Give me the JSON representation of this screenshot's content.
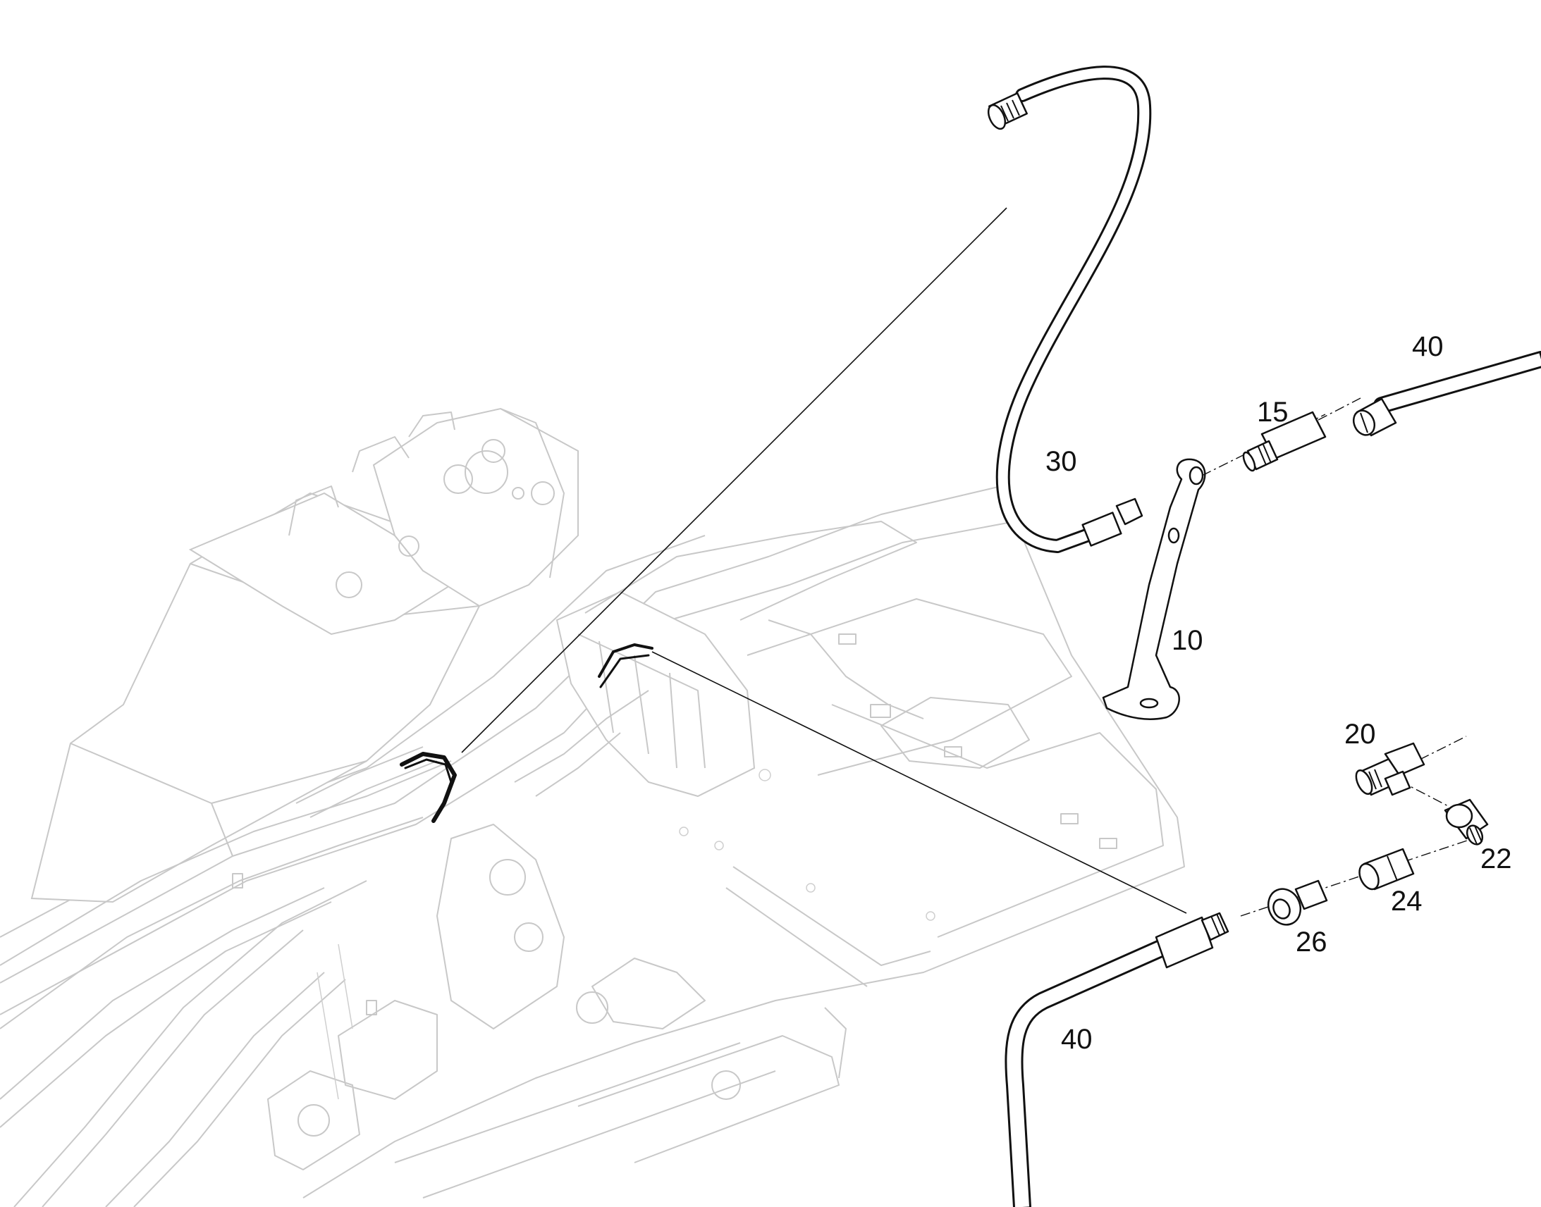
{
  "callouts": {
    "c10": "10",
    "c15": "15",
    "c20": "20",
    "c22": "22",
    "c24": "24",
    "c26": "26",
    "c30": "30",
    "c40_top": "40",
    "c40_bottom": "40"
  },
  "colors": {
    "ink": "#111111",
    "background_assembly": "#c8c8c8",
    "background": "#ffffff"
  }
}
